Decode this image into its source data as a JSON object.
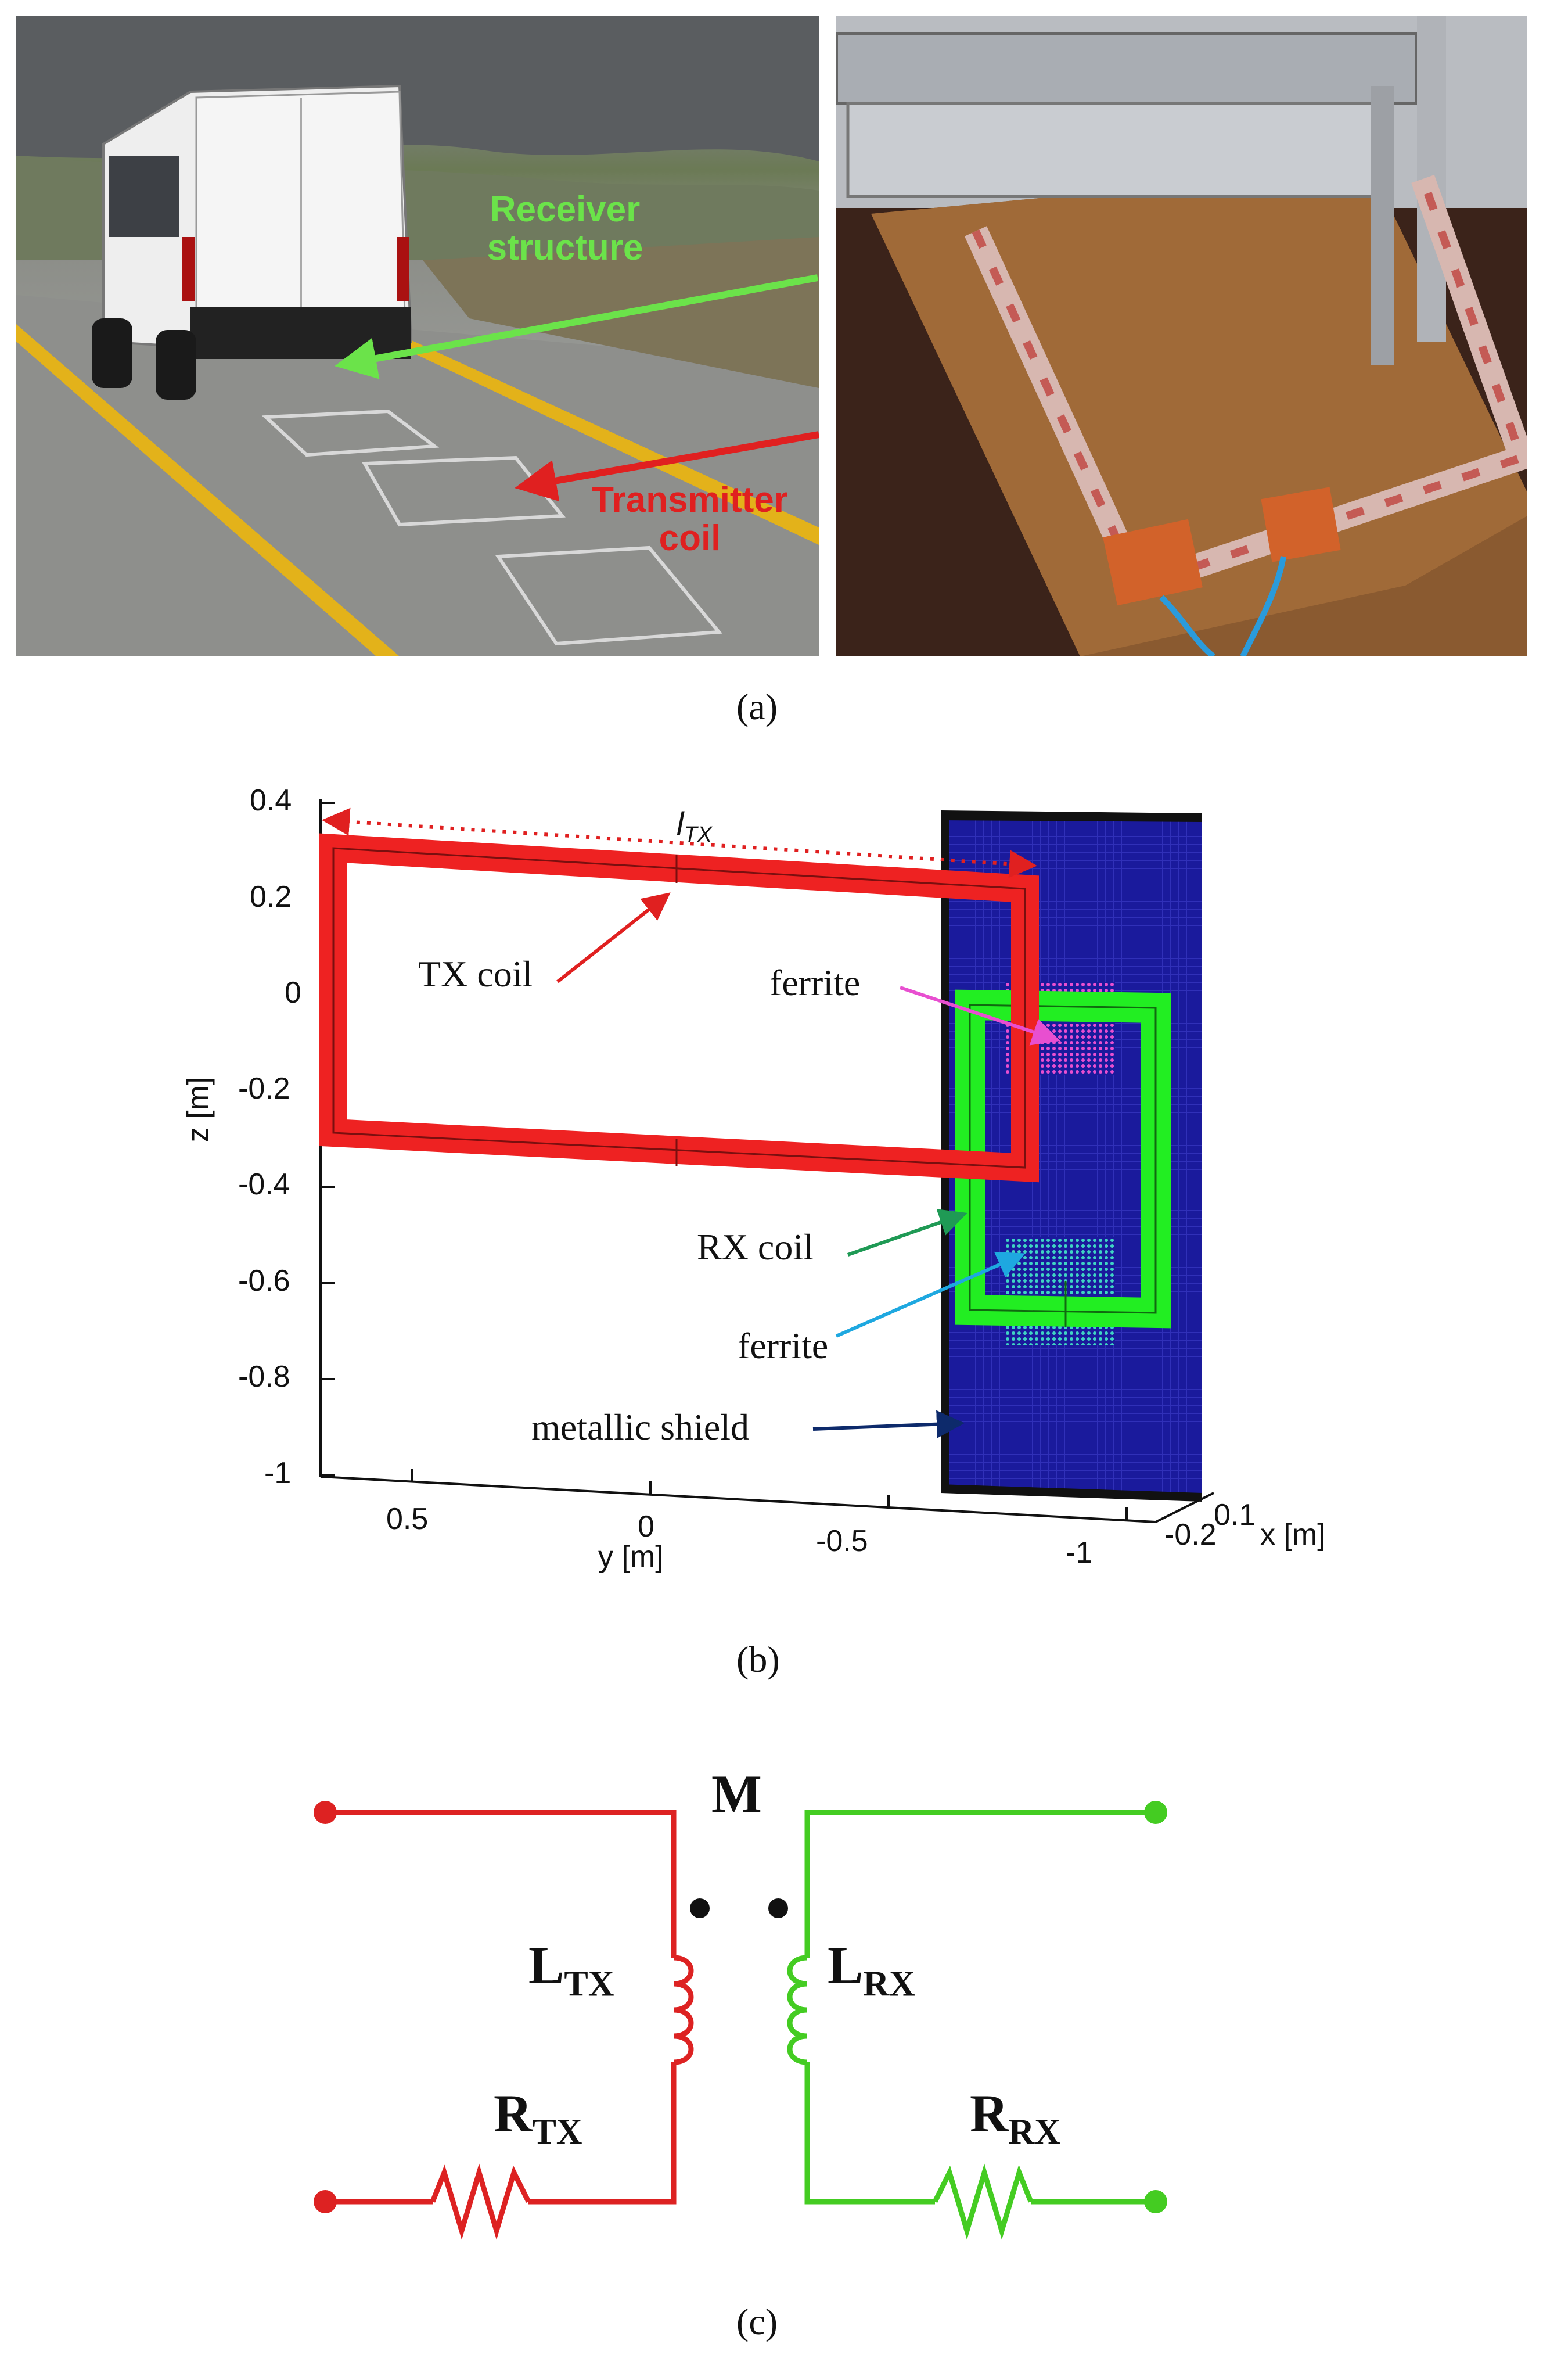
{
  "panel_a": {
    "left_photo": {
      "receiver_label_line1": "Receiver",
      "receiver_label_line2": "structure",
      "transmitter_label_line1": "Transmitter",
      "transmitter_label_line2": "coil"
    },
    "caption": "(a)"
  },
  "panel_b": {
    "y_ticks": [
      "0.4",
      "0.2",
      "0",
      "-0.2",
      "-0.4",
      "-0.6",
      "-0.8",
      "-1"
    ],
    "z_axis_label": "z [m]",
    "h_ticks": [
      "0.5",
      "0",
      "-0.5",
      "-1"
    ],
    "y_axis_label": "y [m]",
    "x_ticks": [
      "0.1",
      "-0.2"
    ],
    "x_axis_label": "x [m]",
    "dimension_label": "l",
    "dimension_sub": "TX",
    "labels": {
      "tx_coil": "TX coil",
      "ferrite_top": "ferrite",
      "rx_coil": "RX coil",
      "ferrite_bottom": "ferrite",
      "metallic_shield": "metallic shield"
    },
    "caption": "(b)"
  },
  "panel_c": {
    "mutual": "M",
    "l_tx": "L",
    "l_tx_sub": "TX",
    "l_rx": "L",
    "l_rx_sub": "RX",
    "r_tx": "R",
    "r_tx_sub": "TX",
    "r_rx": "R",
    "r_rx_sub": "RX",
    "caption": "(c)"
  },
  "colors": {
    "tx": "#dd2222",
    "rx": "#44cc22",
    "shield": "#1a1a9c",
    "ferrite_top": "#e84fd0",
    "ferrite_bottom": "#3fd4c4"
  }
}
